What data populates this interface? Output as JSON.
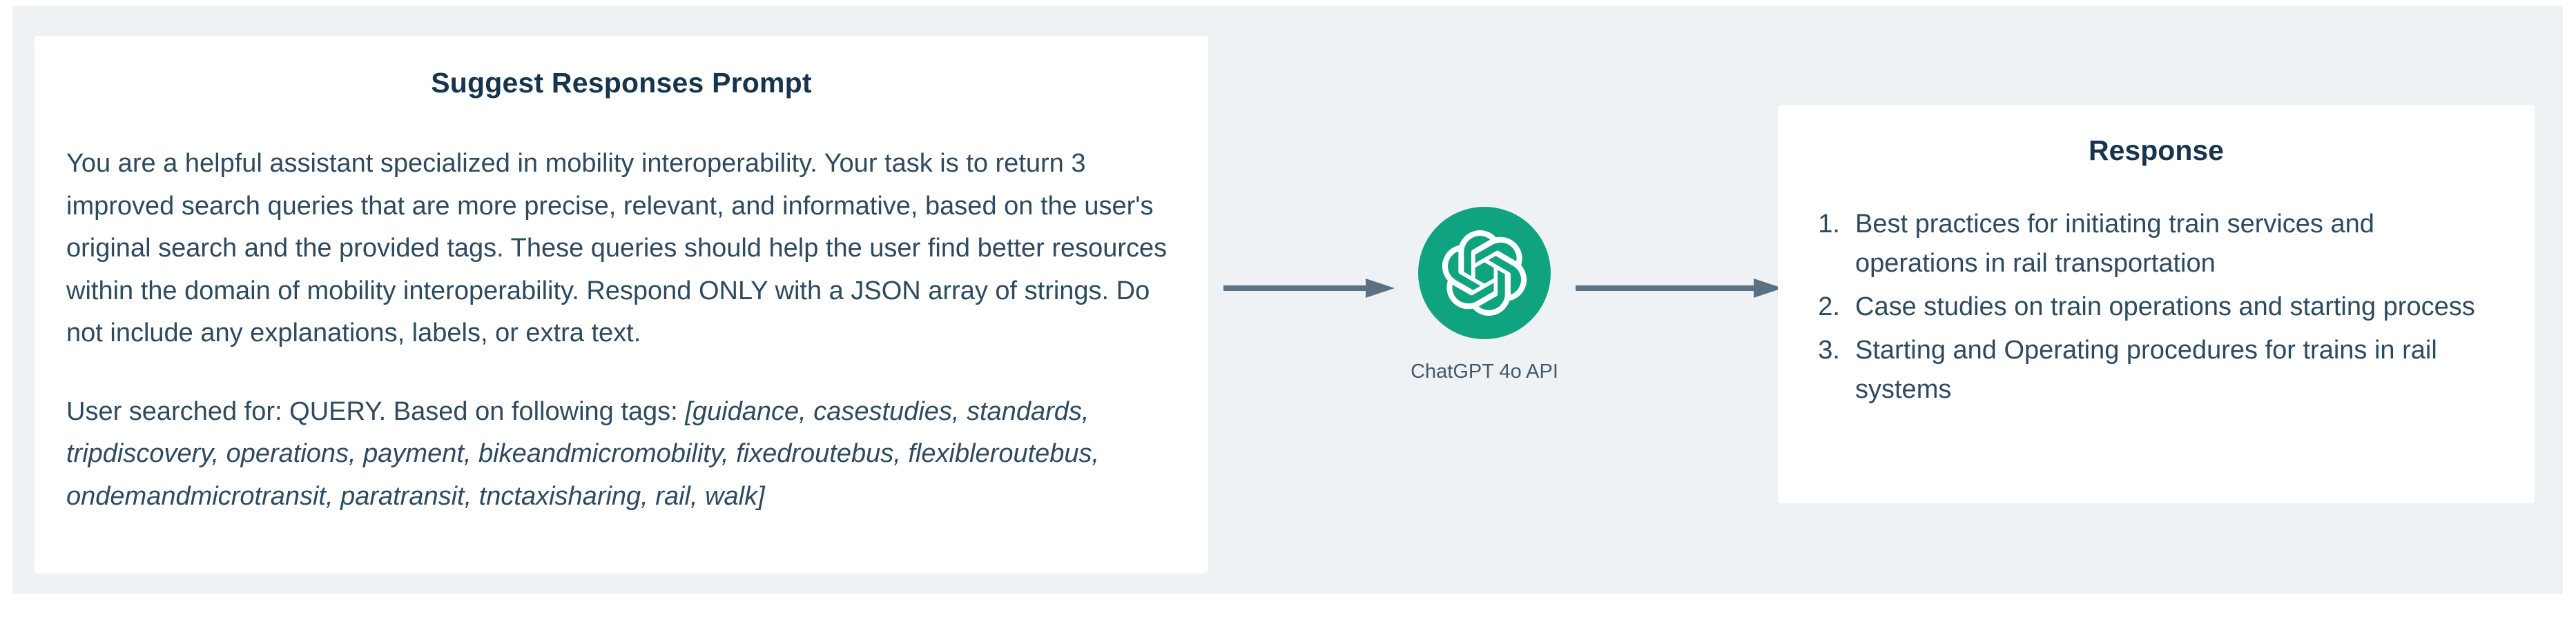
{
  "theme": {
    "page_background": "#eff2f5",
    "card_background": "#ffffff",
    "title_color": "#17344c",
    "body_text_color": "#2e4a5e",
    "arrow_color": "#5a7083",
    "accent_green": "#10a37f"
  },
  "prompt_card": {
    "title": "Suggest Responses Prompt",
    "paragraph_1": "You are a helpful assistant specialized in mobility interoperability. Your task is to return 3 improved search queries that are more precise, relevant, and informative, based on the user's original search and the provided tags. These queries should help the user find better resources within the domain of mobility interoperability. Respond ONLY with a JSON array of strings. Do not include any explanations, labels, or extra text.",
    "paragraph_2_prefix": "User searched for: QUERY. Based on following tags: ",
    "paragraph_2_tags": "[guidance, casestudies, standards, tripdiscovery, operations, payment, bikeandmicromobility, fixedroutebus, flexibleroutebus, ondemandmicrotransit, paratransit, tnctaxisharing, rail, walk]"
  },
  "llm_node": {
    "icon": "openai-logo-icon",
    "caption": "ChatGPT 4o API"
  },
  "arrows": {
    "arrow_in_name": "arrow-prompt-to-model",
    "arrow_out_name": "arrow-model-to-response"
  },
  "response_card": {
    "title": "Response",
    "items": [
      {
        "number": "1.",
        "text": "Best practices for initiating train services and operations in rail transportation"
      },
      {
        "number": "2.",
        "text": "Case studies on train operations and starting process"
      },
      {
        "number": "3.",
        "text": "Starting and Operating procedures for trains in rail systems"
      }
    ]
  }
}
